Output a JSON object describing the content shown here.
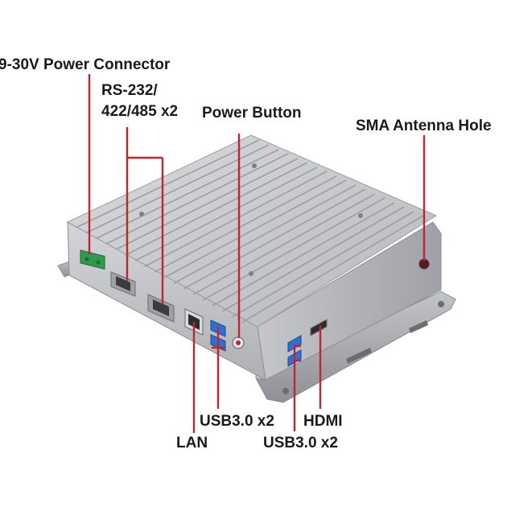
{
  "labels": {
    "power_connector": "9-30V Power Connector",
    "rs232_line1": "RS-232/",
    "rs232_line2": "422/485 x2",
    "power_button": "Power Button",
    "sma_antenna": "SMA Antenna Hole",
    "usb_left": "USB3.0 x2",
    "hdmi": "HDMI",
    "lan": "LAN",
    "usb_right": "USB3.0 x2"
  },
  "colors": {
    "callout_line": "#c0262d",
    "chassis": "#c9cbcf",
    "fins": "#b9bbbf",
    "port_blue": "#2f6fd1",
    "terminal_green": "#2e9a4a",
    "text": "#1a1a1a"
  }
}
